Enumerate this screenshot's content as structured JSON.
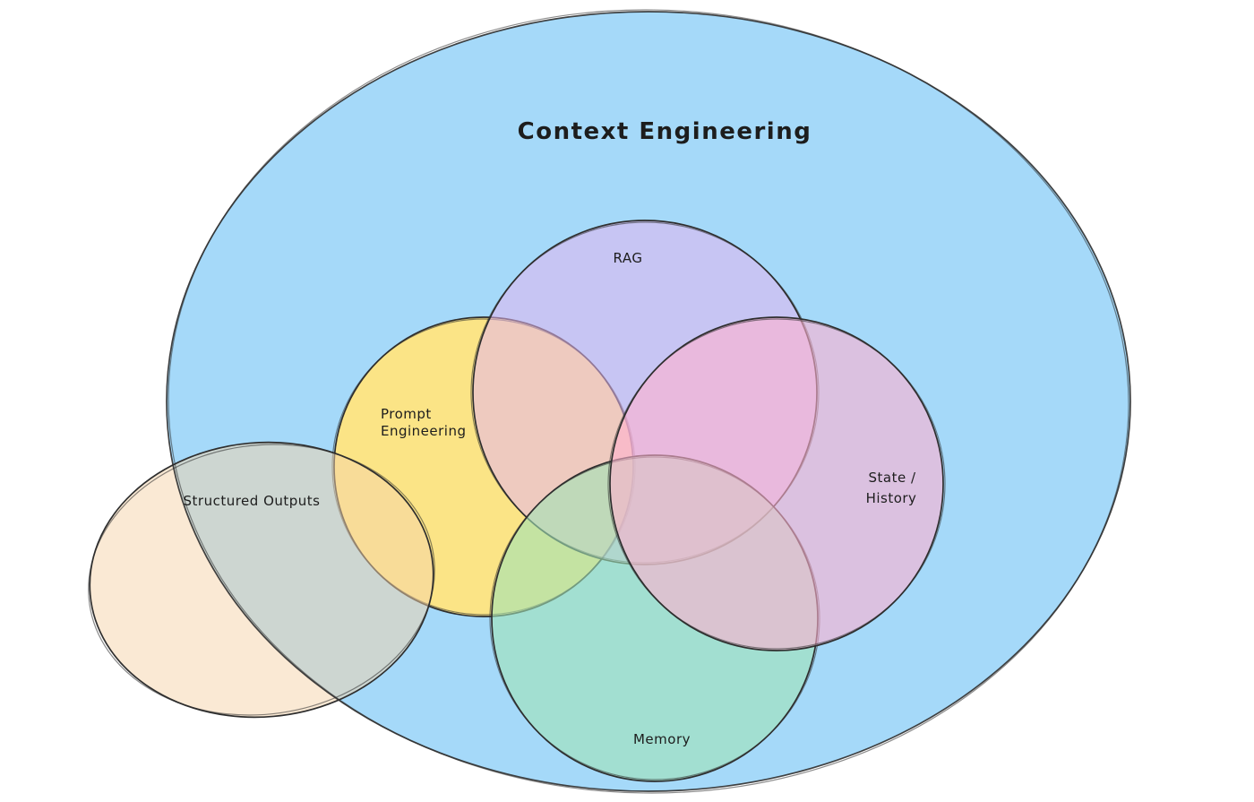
{
  "title": "Context Engineering",
  "diagram": {
    "type": "venn-diagram",
    "style": "hand-drawn",
    "outer_set": "Context Engineering",
    "sets": [
      {
        "label": "RAG",
        "fill": "#e3b5ee",
        "relation": "inside Context Engineering; overlaps Prompt Engineering and State / History"
      },
      {
        "label": "Prompt Engineering",
        "fill": "#ffe580",
        "relation": "inside Context Engineering; overlaps RAG, Memory and Structured Outputs"
      },
      {
        "label": "State / History",
        "fill": "#ffb0cf",
        "relation": "inside Context Engineering; overlaps RAG and Memory"
      },
      {
        "label": "Memory",
        "fill": "#a0e3b5",
        "relation": "inside Context Engineering; overlaps Prompt Engineering and State / History"
      },
      {
        "label": "Structured Outputs",
        "fill": "#f5d3a9",
        "relation": "partially outside Context Engineering; overlaps Prompt Engineering"
      }
    ]
  },
  "labels": {
    "title": "Context Engineering",
    "rag": "RAG",
    "prompt_line1": "Prompt",
    "prompt_line2": "Engineering",
    "structured_outputs": "Structured Outputs",
    "state_line1": "State /",
    "state_line2": "History",
    "memory": "Memory"
  },
  "colors": {
    "canvas_bg": "#ffffff",
    "outline": "#2e2e2e",
    "ink": "#1d1d1d",
    "context_fill": "#a5d9f9",
    "rag_fill": "#e3b5ee",
    "prompt_fill": "#ffe580",
    "state_fill": "#ffb0cf",
    "memory_fill": "#a0e3b5",
    "structured_fill": "#f5d3a9"
  }
}
